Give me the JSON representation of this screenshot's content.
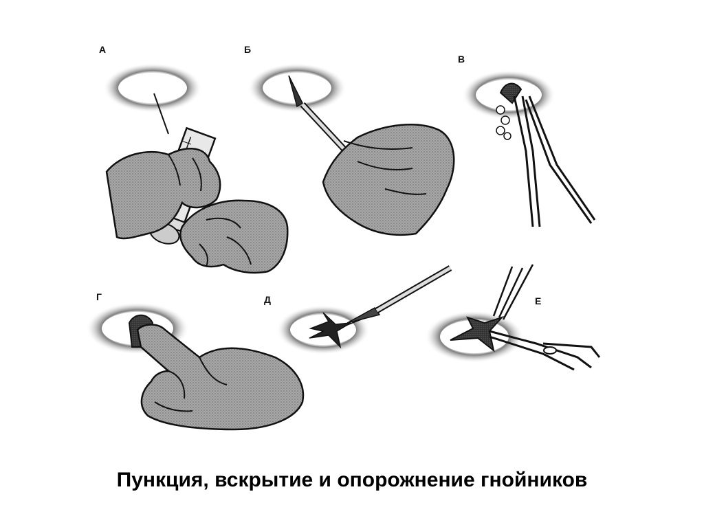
{
  "slide": {
    "caption": "Пункция, вскрытие и опорожнение гнойников",
    "panels": [
      {
        "label": "А"
      },
      {
        "label": "Б"
      },
      {
        "label": "В"
      },
      {
        "label": "Г"
      },
      {
        "label": "Д"
      },
      {
        "label": "Е"
      }
    ]
  },
  "colors": {
    "ink": "#111111",
    "skin_fill": "#9a9a9a",
    "background": "#ffffff"
  }
}
